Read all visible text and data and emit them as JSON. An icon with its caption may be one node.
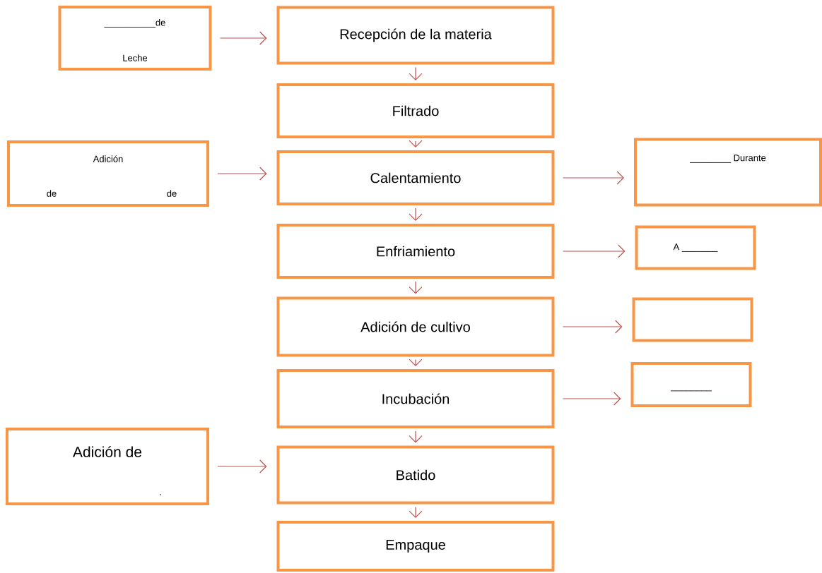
{
  "diagram": {
    "nodes": [
      {
        "text": [
          "__________de",
          "Leche"
        ]
      },
      {
        "text": [
          "Recepción de la materia"
        ]
      },
      {
        "text": [
          "Filtrado"
        ]
      },
      {
        "text": [
          "Adición",
          "de",
          "de"
        ]
      },
      {
        "text": [
          "Calentamiento"
        ]
      },
      {
        "text": [
          "________ Durante"
        ]
      },
      {
        "text": [
          "Enfriamiento"
        ]
      },
      {
        "text": [
          "A _______"
        ]
      },
      {
        "text": [
          "Adición de cultivo"
        ]
      },
      {
        "text": [],
        "shape": "box"
      },
      {
        "text": [
          "Incubación"
        ]
      },
      {
        "text": [
          "________"
        ]
      },
      {
        "text": [
          "Adición de",
          "."
        ]
      },
      {
        "text": [
          "Batido"
        ]
      },
      {
        "text": [
          "Empaque"
        ]
      }
    ],
    "edges": [
      {
        "from": 0,
        "to": 1,
        "arrow": "to"
      },
      {
        "from": 1,
        "to": 2,
        "arrow": "to"
      },
      {
        "from": 2,
        "to": 4,
        "arrow": "to"
      },
      {
        "from": 3,
        "to": 4,
        "arrow": "to"
      },
      {
        "from": 4,
        "to": 5,
        "arrow": "to"
      },
      {
        "from": 4,
        "to": 6,
        "arrow": "to"
      },
      {
        "from": 6,
        "to": 7,
        "arrow": "to"
      },
      {
        "from": 6,
        "to": 8,
        "arrow": "to"
      },
      {
        "from": 8,
        "to": 9,
        "arrow": "to"
      },
      {
        "from": 8,
        "to": 10,
        "arrow": "to"
      },
      {
        "from": 10,
        "to": 11,
        "arrow": "to"
      },
      {
        "from": 10,
        "to": 13,
        "arrow": "to"
      },
      {
        "from": 12,
        "to": 13,
        "arrow": "to"
      },
      {
        "from": 13,
        "to": 14,
        "arrow": "to"
      }
    ]
  }
}
